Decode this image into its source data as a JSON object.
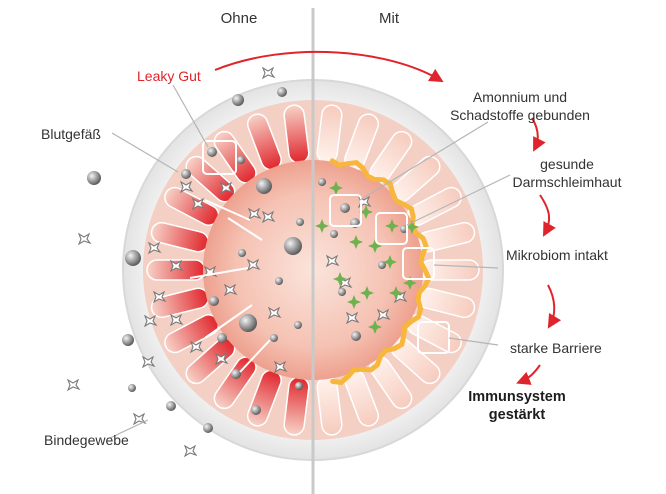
{
  "headers": {
    "left": "Ohne",
    "right": "Mit"
  },
  "labels": {
    "leaky_gut": "Leaky Gut",
    "blutgefaess": "Blutgefäß",
    "bindegewebe": "Bindegewebe",
    "ammonium_line1": "Amonnium und",
    "ammonium_line2": "Schadstoffe gebunden",
    "mucosa_line1": "gesunde",
    "mucosa_line2": "Darmschleimhaut",
    "mikrobiom": "Mikrobiom intakt",
    "barriere": "starke Barriere",
    "immun_line1": "Immunsystem",
    "immun_line2": "gestärkt"
  },
  "colors": {
    "accent_red": "#e0242b",
    "tissue_pink": "#f2b8a8",
    "mucus_orange": "#f7b73c",
    "microbe_green": "#6fb14f",
    "particle_gray": "#8d8d8d",
    "ring_gray": "#e6e6e6"
  },
  "icons": [
    "virus-icon",
    "toxin-particle-icon",
    "arrow-icon"
  ]
}
